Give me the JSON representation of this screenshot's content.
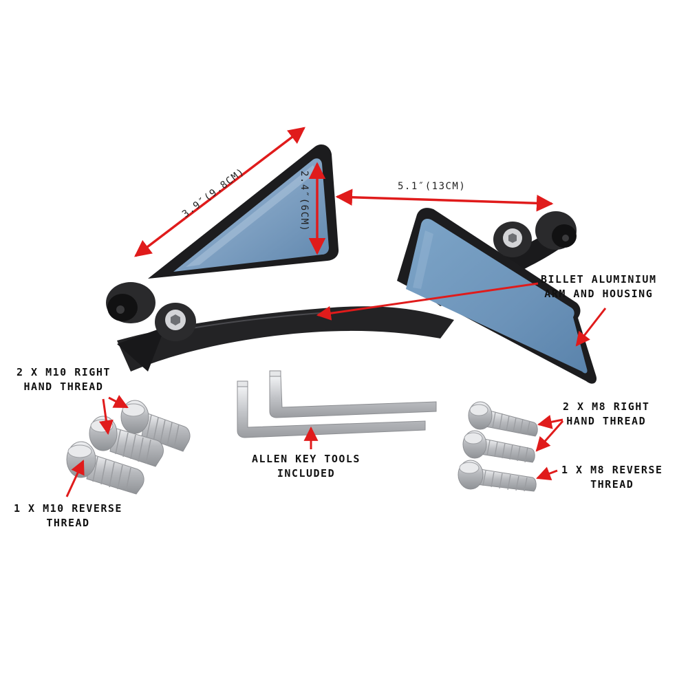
{
  "dimensions": {
    "diagonal": "3.9″(9.8CM)",
    "height": "2.4″(6CM)",
    "width": "5.1″(13CM)"
  },
  "callouts": {
    "billet": {
      "line1": "BILLET ALUMINIUM",
      "line2": "ARM AND HOUSING"
    },
    "m10_right": {
      "line1": "2 X M10 RIGHT",
      "line2": "HAND THREAD"
    },
    "m10_reverse": {
      "line1": "1 X M10 REVERSE",
      "line2": "THREAD"
    },
    "allen": {
      "line1": "ALLEN KEY TOOLS",
      "line2": "INCLUDED"
    },
    "m8_right": {
      "line1": "2 X M8 RIGHT",
      "line2": "HAND THREAD"
    },
    "m8_reverse": {
      "line1": "1 X M8 REVERSE",
      "line2": "THREAD"
    }
  },
  "colors": {
    "arrow": "#e01b1b",
    "housing": "#1c1c1e",
    "mirror_glass": "#7fa2c4",
    "metal": "#c8c9cc"
  }
}
